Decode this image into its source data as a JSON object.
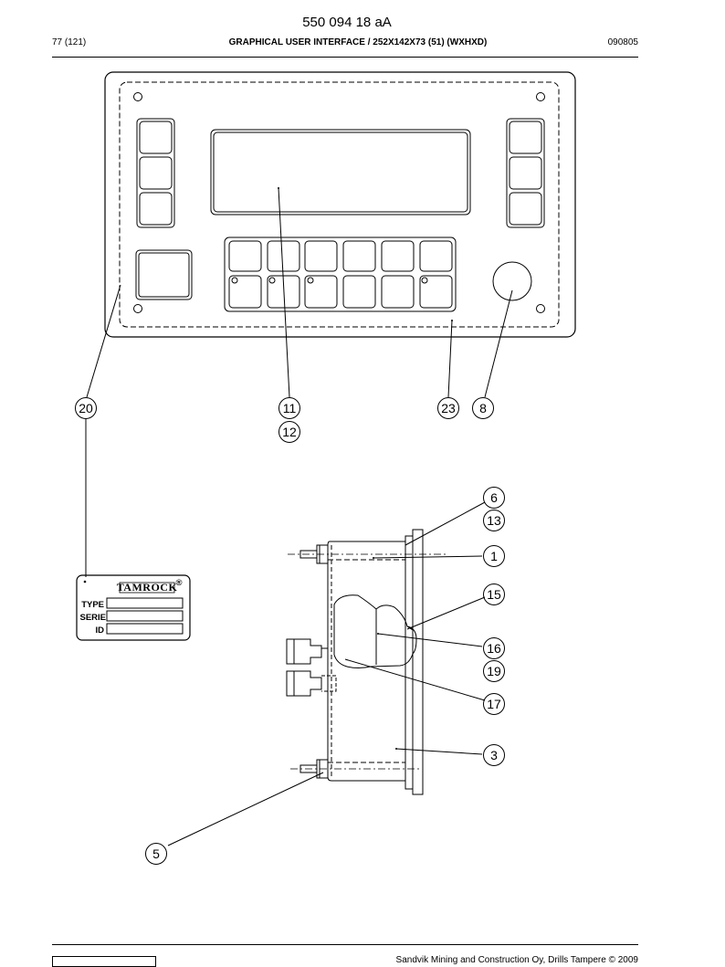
{
  "header": {
    "doc_number": "550 094 18 aA",
    "page": "77 (121)",
    "title": "GRAPHICAL USER INTERFACE / 252X142X73 (51) (WXHXD)",
    "date": "090805"
  },
  "callouts": {
    "c20": "20",
    "c11": "11",
    "c12": "12",
    "c23": "23",
    "c8": "8",
    "c6": "6",
    "c13": "13",
    "c1": "1",
    "c15": "15",
    "c16": "16",
    "c19": "19",
    "c17": "17",
    "c3": "3",
    "c5": "5"
  },
  "plate": {
    "brand": "TAMROCK",
    "reg_mark": "®",
    "type_label": "TYPE",
    "serie_label": "SERIE",
    "id_label": "ID"
  },
  "footer": {
    "copyright": "Sandvik Mining and Construction Oy, Drills Tampere © 2009"
  }
}
